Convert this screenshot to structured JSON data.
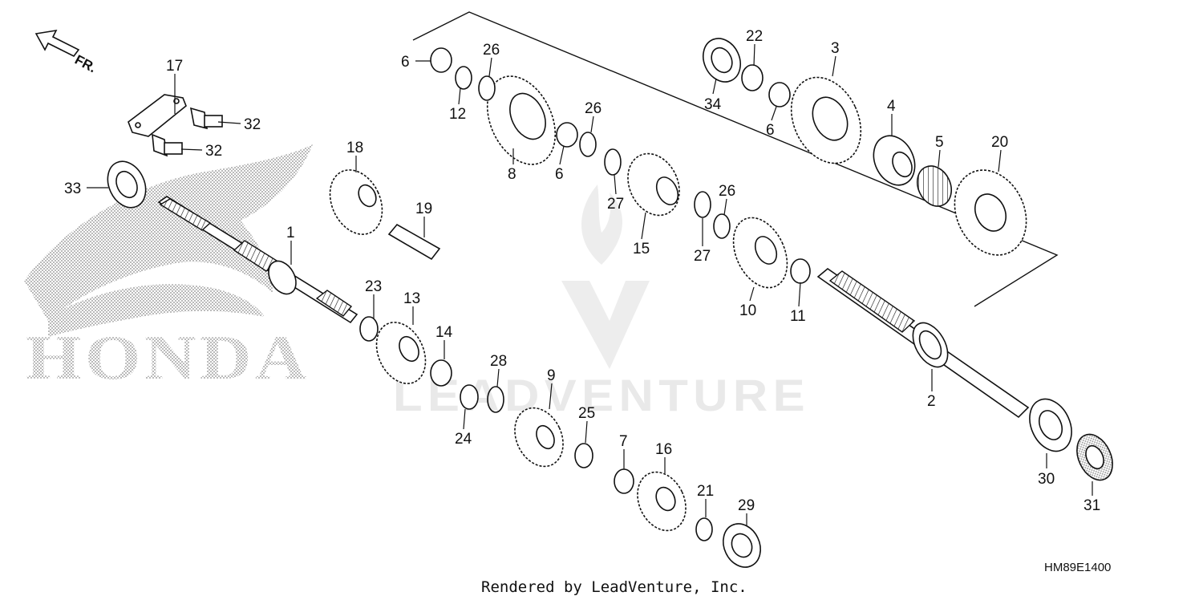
{
  "diagram": {
    "direction_label": "FR.",
    "brand_text": "HONDA",
    "watermark_text": "LEADVENTURE",
    "reference_code": "HM89E1400",
    "credit": "Rendered by LeadVenture, Inc.",
    "callouts": [
      {
        "id": "c1",
        "label": "1"
      },
      {
        "id": "c2",
        "label": "2"
      },
      {
        "id": "c3",
        "label": "3"
      },
      {
        "id": "c4",
        "label": "4"
      },
      {
        "id": "c5",
        "label": "5"
      },
      {
        "id": "c6a",
        "label": "6"
      },
      {
        "id": "c6b",
        "label": "6"
      },
      {
        "id": "c6c",
        "label": "6"
      },
      {
        "id": "c7",
        "label": "7"
      },
      {
        "id": "c8",
        "label": "8"
      },
      {
        "id": "c9",
        "label": "9"
      },
      {
        "id": "c10",
        "label": "10"
      },
      {
        "id": "c11",
        "label": "11"
      },
      {
        "id": "c12",
        "label": "12"
      },
      {
        "id": "c13",
        "label": "13"
      },
      {
        "id": "c14",
        "label": "14"
      },
      {
        "id": "c15",
        "label": "15"
      },
      {
        "id": "c16",
        "label": "16"
      },
      {
        "id": "c17",
        "label": "17"
      },
      {
        "id": "c18",
        "label": "18"
      },
      {
        "id": "c19",
        "label": "19"
      },
      {
        "id": "c20",
        "label": "20"
      },
      {
        "id": "c21",
        "label": "21"
      },
      {
        "id": "c22",
        "label": "22"
      },
      {
        "id": "c23",
        "label": "23"
      },
      {
        "id": "c24",
        "label": "24"
      },
      {
        "id": "c25",
        "label": "25"
      },
      {
        "id": "c26a",
        "label": "26"
      },
      {
        "id": "c26b",
        "label": "26"
      },
      {
        "id": "c26c",
        "label": "26"
      },
      {
        "id": "c27a",
        "label": "27"
      },
      {
        "id": "c27b",
        "label": "27"
      },
      {
        "id": "c28",
        "label": "28"
      },
      {
        "id": "c29",
        "label": "29"
      },
      {
        "id": "c30",
        "label": "30"
      },
      {
        "id": "c31",
        "label": "31"
      },
      {
        "id": "c32a",
        "label": "32"
      },
      {
        "id": "c32b",
        "label": "32"
      },
      {
        "id": "c33",
        "label": "33"
      },
      {
        "id": "c34",
        "label": "34"
      }
    ]
  }
}
